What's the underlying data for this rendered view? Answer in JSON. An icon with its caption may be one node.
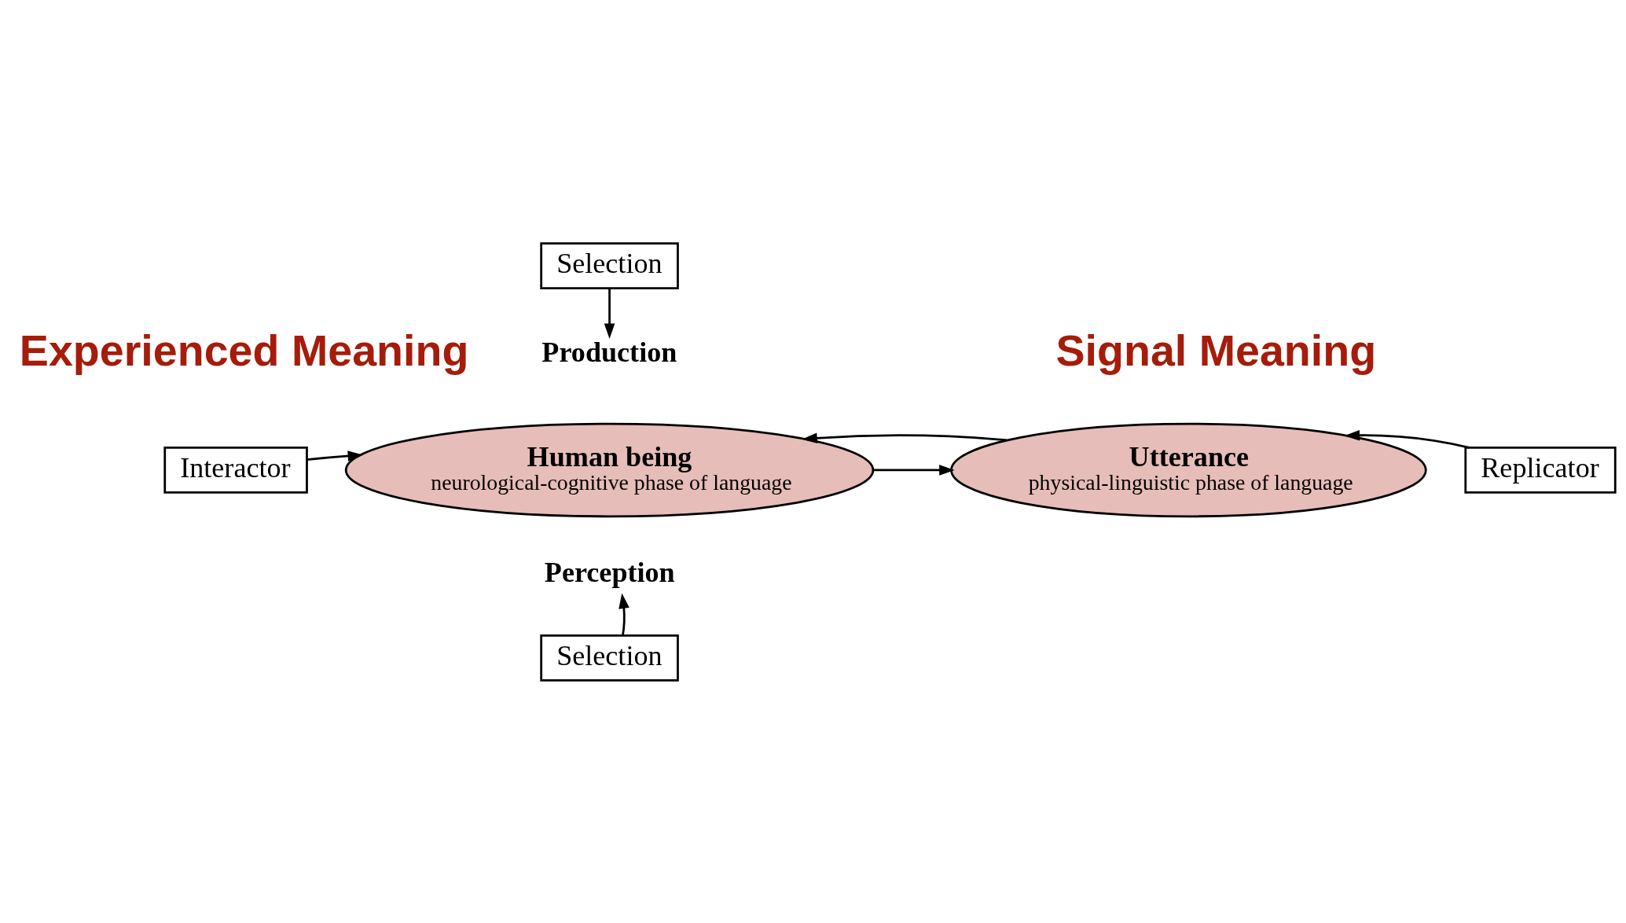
{
  "diagram": {
    "nodes": [
      {
        "text": [
          "Selection"
        ]
      },
      {
        "text": [
          "Production"
        ]
      },
      {
        "text": [
          "Human being",
          "neurological-cognitive phase of language"
        ]
      },
      {
        "text": [
          "Utterance",
          "physical-linguistic phase of language"
        ]
      },
      {
        "text": [
          "Interactor"
        ]
      },
      {
        "text": [
          "Replicator"
        ]
      },
      {
        "text": [
          "Perception"
        ]
      },
      {
        "text": [
          "Selection"
        ]
      }
    ],
    "edges": [
      {
        "from": 0,
        "to": 1,
        "arrow": "to"
      },
      {
        "from": 2,
        "to": 3,
        "arrow": "to"
      },
      {
        "from": 3,
        "to": 2,
        "arrow": "to"
      },
      {
        "from": 4,
        "to": 2,
        "arrow": "to"
      },
      {
        "from": 5,
        "to": 3,
        "arrow": "to"
      },
      {
        "from": 7,
        "to": 6,
        "arrow": "to"
      }
    ],
    "labels": [
      "Experienced Meaning",
      "Signal Meaning"
    ]
  }
}
